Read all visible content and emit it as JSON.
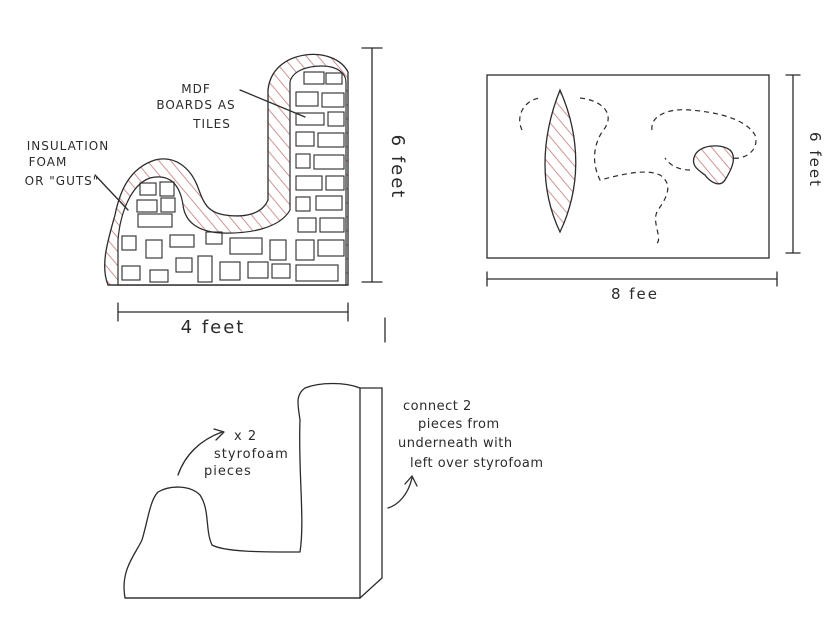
{
  "colors": {
    "ink": "#2b2b2b",
    "hatch": "#c47a7a",
    "paper": "#ffffff"
  },
  "sketch1": {
    "label_mdf": [
      "MDF",
      "BOARDS AS",
      "TILES"
    ],
    "label_foam": [
      "INSULATION",
      "FOAM",
      "OR \"GUTS\""
    ],
    "dim_width": "4 feet",
    "dim_height": "6 feet"
  },
  "sketch2": {
    "dim_width": "8 fee",
    "dim_height": "6 feet"
  },
  "sketch3": {
    "label_pieces": [
      "x 2",
      "styrofoam",
      "pieces"
    ],
    "label_connect": [
      "connect 2",
      "pieces from",
      "underneath with",
      "left over styrofoam"
    ]
  }
}
